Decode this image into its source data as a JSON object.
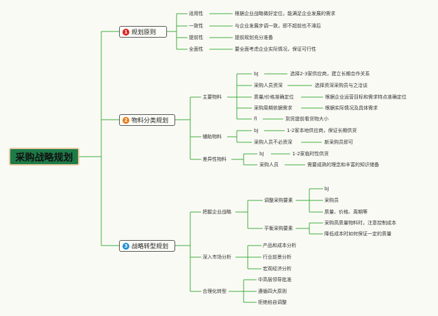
{
  "root": "采购战略规划",
  "colors": {
    "line": "#3cae3c",
    "root_bg": "#1e7b48",
    "num1": "#e02020",
    "num2": "#ec7a18",
    "num3": "#2090d8"
  },
  "branches": [
    {
      "num": "1",
      "label": "规划原则",
      "items": [
        {
          "label": "适用性",
          "desc": "根据企业战略做好定位，能满足企业发展的需求"
        },
        {
          "label": "一致性",
          "desc": "与企业发展步调一致，即不超前也不滞后"
        },
        {
          "label": "提前性",
          "desc": "提前规划充分准备"
        },
        {
          "label": "全面性",
          "desc": "要全面考虑企业实际情况，保证可行性"
        }
      ]
    },
    {
      "num": "2",
      "label": "物料分类规划",
      "groups": [
        {
          "label": "主要物料",
          "items": [
            {
              "label": "bJ",
              "desc": "选择2-3家供应商，建立长期合作关系"
            },
            {
              "label": "采购人员资深",
              "desc": "选择资深采购员与之洽谈"
            },
            {
              "label": "质量/价格准确定位",
              "desc": "根据企业运营目标和需求特点准确定位"
            },
            {
              "label": "采购周期依据需求",
              "desc": "根据实际情况及具体需求"
            },
            {
              "label": "fl",
              "desc": "到货提前看货物大小"
            }
          ]
        },
        {
          "label": "辅助物料",
          "items": [
            {
              "label": "bJ",
              "desc": "1-2家本地供应商，保证长期供货"
            },
            {
              "label": "采购人员不必资深",
              "desc": "新采购员即可"
            }
          ]
        },
        {
          "label": "差异性物料",
          "items": [
            {
              "label": "bJ",
              "desc": "1-2家临时性供货"
            },
            {
              "label": "采购人员",
              "desc": "需要成熟的理念和丰富的知识储备"
            }
          ]
        }
      ]
    },
    {
      "num": "3",
      "label": "战略转型规划",
      "groups": [
        {
          "label": "把握企业战略",
          "subgroups": [
            {
              "label": "调整采购要素",
              "items": [
                "bJ",
                "采购员",
                "质量、价格、周期等"
              ]
            },
            {
              "label": "平衡采购要素",
              "items": [
                "采购高质量物料时，注意控制成本",
                "降低成本时如何保证一定的质量"
              ]
            }
          ]
        },
        {
          "label": "深入市场分析",
          "items": [
            "产品和成本分析",
            "行业前景分析",
            "宏观经济分析"
          ]
        },
        {
          "label": "合理化转型",
          "items": [
            "中高层领导批准",
            "遵循四大原则",
            "拒绝掐自调整"
          ]
        }
      ]
    }
  ]
}
